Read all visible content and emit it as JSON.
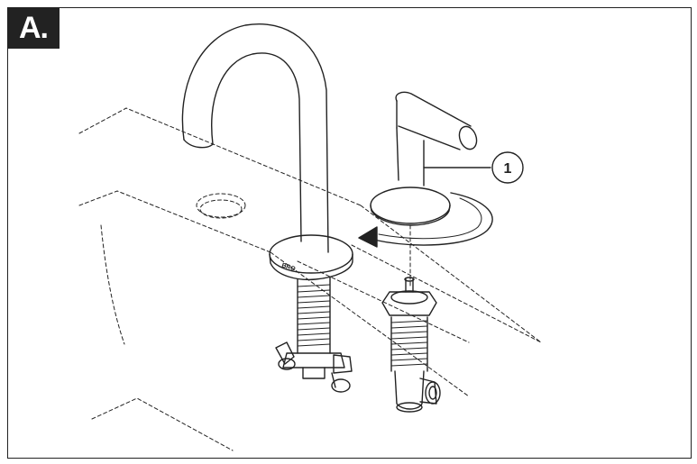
{
  "step": {
    "label": "A."
  },
  "callouts": [
    {
      "number": "1"
    }
  ],
  "base_marking": "BRO",
  "colors": {
    "line": "#222222",
    "background": "#ffffff",
    "label_bg": "#222222",
    "label_text": "#ffffff"
  }
}
